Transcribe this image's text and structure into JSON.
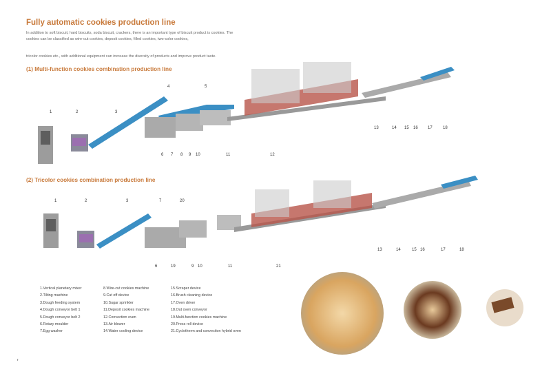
{
  "title": "Fully automatic cookies production line",
  "intro_1": "In addition to soft biscuit, hard biscuits, soda biscuit, crackers, there is an important type of biscuit product is cookies. The cookies can be classified as wire-cut cookies, deposit cookies, filled cookies, two-color cookies,",
  "intro_2": "tricolor cookies etc., with additional equipment can increase the diversity of products and improve product taste.",
  "section1": "(1) Multi-function cookies combination production line",
  "section2": "(2) Tricolor cookies combination production line",
  "line1_numbers": [
    "1",
    "2",
    "3",
    "4",
    "5",
    "6",
    "7",
    "8",
    "9",
    "10",
    "11",
    "12",
    "13",
    "14",
    "15",
    "16",
    "17",
    "18"
  ],
  "line2_numbers": [
    "1",
    "2",
    "3",
    "7",
    "20",
    "6",
    "19",
    "9",
    "10",
    "11",
    "21",
    "13",
    "14",
    "15",
    "16",
    "17",
    "18"
  ],
  "legend": [
    [
      "1.Vertical planetary mixer",
      "2.Tilting machine",
      "3.Dough feeding system",
      "4.Dough conveyor belt 1",
      "5.Dough conveyor belt 2",
      "6.Rotary moulder",
      "7.Egg washer"
    ],
    [
      "8.Wire-cut cookies machine",
      "9.Cut off device",
      "10.Sugar sprinkler",
      "11.Deposit cookies machine",
      "12.Convection oven",
      "13.Air blower",
      "14.Water cooling device"
    ],
    [
      "15.Scraper device",
      "16.Brush cleaning device",
      "17.Oven driver",
      "18.Out oven conveyor",
      "19.Multi-function cookies machine",
      "20.Press roll device",
      "21.Cyclotherm and convection hybrid oven"
    ]
  ],
  "page_mark": "r",
  "colors": {
    "accent": "#c8793a",
    "belt": "#3b8fc4",
    "oven": "#b8554a",
    "machine": "#a9a9a9"
  }
}
